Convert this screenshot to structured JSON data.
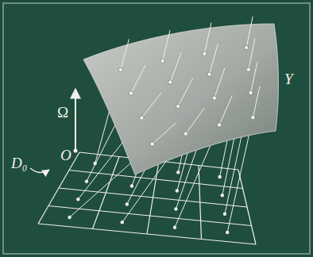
{
  "diagram": {
    "labels": [
      "Ω",
      "O",
      "D₀",
      "Y"
    ]
  }
}
